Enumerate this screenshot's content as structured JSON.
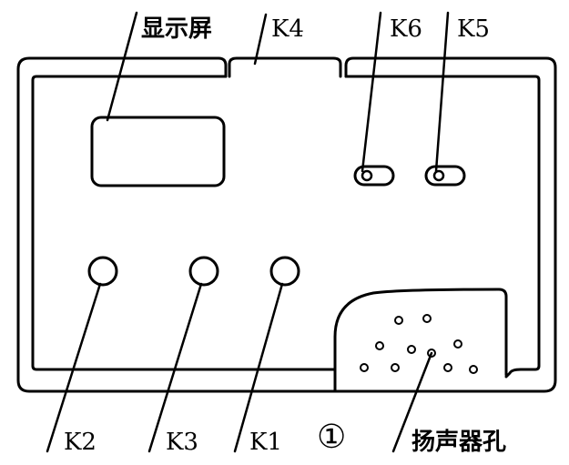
{
  "labels": {
    "display": "显示屏",
    "k4": "K4",
    "k6": "K6",
    "k5": "K5",
    "k2": "K2",
    "k3": "K3",
    "k1": "K1",
    "figure_number": "①",
    "speaker": "扬声器孔"
  },
  "colors": {
    "ink": "#000000",
    "paper": "#ffffff"
  }
}
